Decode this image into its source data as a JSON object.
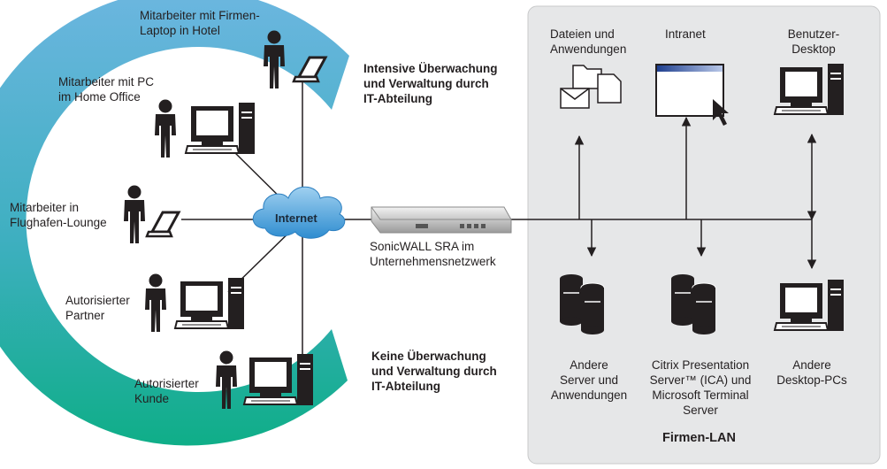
{
  "labels": {
    "laptop_hotel": "Mitarbeiter mit Firmen-\nLaptop in Hotel",
    "pc_home": "Mitarbeiter mit PC\nim Home Office",
    "airport": "Mitarbeiter in\nFlughafen-Lounge",
    "partner": "Autorisierter\nPartner",
    "customer": "Autorisierter\nKunde",
    "managed": "Intensive Überwachung\nund Verwaltung durch\nIT-Abteilung",
    "unmanaged": "Keine Überwachung\nund Verwaltung durch\nIT-Abteilung",
    "internet": "Internet",
    "appliance": "SonicWALL SRA im\nUnternehmensnetzwerk",
    "files": "Dateien und\nAnwendungen",
    "intranet": "Intranet",
    "user_desktop": "Benutzer-\nDesktop",
    "other_servers": "Andere\nServer und\nAnwendungen",
    "citrix": "Citrix Presentation\nServer™ (ICA) und\nMicrosoft Terminal\nServer",
    "other_pcs": "Andere\nDesktop-PCs",
    "lan_title": "Firmen-LAN"
  },
  "colors": {
    "arc_top": "#6cb6e0",
    "arc_bottom": "#14b08e",
    "cloud": "#5aa8dc",
    "lan_bg": "#e6e7e8",
    "icon_dark": "#231f20"
  },
  "icons": [
    "person-icon",
    "laptop-icon",
    "pc-icon",
    "cloud-icon",
    "appliance-icon",
    "server-icon",
    "envelope-icon",
    "document-icon",
    "folder-icon",
    "browser-window-icon",
    "cursor-icon"
  ]
}
